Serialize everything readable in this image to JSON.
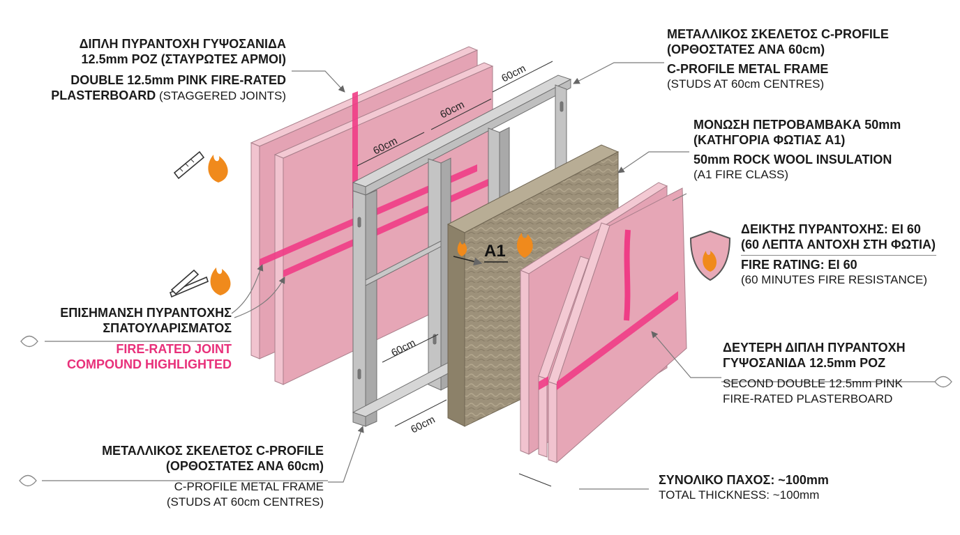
{
  "labels": {
    "top_left": {
      "greek_1": "ΔΙΠΛΗ ΠΥΡΑΝΤΟΧΗ ΓΥΨΟΣΑΝΙΔΑ",
      "greek_2": "12.5mm ΡΟΖ (ΣΤΑΥΡΩΤΕΣ ΑΡΜΟΙ)",
      "english_1": "DOUBLE 12.5mm PINK FIRE-RATED",
      "english_2_bold": "PLASTERBOARD",
      "english_2_normal": " (STAGGERED JOINTS)"
    },
    "top_right": {
      "greek_1": "ΜΕΤΑΛΛΙΚΟΣ ΣΚΕΛΕΤΟΣ C-PROFILE",
      "greek_2": "(ΟΡΘΟΣΤΑΤΕΣ ΑΝΑ 60cm)",
      "english_1": "C-PROFILE METAL FRAME",
      "english_2": "(STUDS AT 60cm CENTRES)"
    },
    "insulation": {
      "greek_1": "ΜΟΝΩΣΗ ΠΕΤΡΟΒΑΜΒΑΚΑ 50mm",
      "greek_2": "(ΚΑΤΗΓΟΡΙΑ ΦΩΤΙΑΣ A1)",
      "english_1": "50mm ROCK WOOL INSULATION",
      "english_2": "(A1 FIRE CLASS)"
    },
    "fire_rating": {
      "greek_1": "ΔΕΙΚΤΗΣ ΠΥΡΑΝΤΟΧΗΣ: EI 60",
      "greek_2": "(60 ΛΕΠΤΑ ΑΝΤΟΧΗ ΣΤΗ ΦΩΤΙΑ)",
      "english_1": "FIRE RATING: EI 60",
      "english_2": "(60 MINUTES FIRE RESISTANCE)"
    },
    "joint": {
      "greek_1": "ΕΠΙΣΗΜΑΝΣΗ ΠΥΡΑΝΤΟΧΗΣ",
      "greek_2": "ΣΠΑΤΟΥΛΑΡΙΣΜΑΤΟΣ",
      "english_1": "FIRE-RATED JOINT",
      "english_2": "COMPOUND HIGHLIGHTED"
    },
    "second_board": {
      "greek_1": "ΔΕΥΤΕΡΗ ΔΙΠΛΗ ΠΥΡΑΝΤΟΧΗ",
      "greek_2": "ΓΥΨΟΣΑΝΙΔΑ 12.5mm ΡΟΖ",
      "english_1": "SECOND DOUBLE 12.5mm PINK",
      "english_2": "FIRE-RATED PLASTERBOARD"
    },
    "bottom_left": {
      "greek_1": "ΜΕΤΑΛΛΙΚΟΣ ΣΚΕΛΕΤΟΣ C-PROFILE",
      "greek_2": "(ΟΡΘΟΣΤΑΤΕΣ ΑΝΑ 60cm)",
      "english_1": "C-PROFILE METAL FRAME",
      "english_2": "(STUDS AT 60cm CENTRES)"
    },
    "thickness": {
      "greek": "ΣΥΝΟΛΙΚΟ ΠΑΧΟΣ: ~100mm",
      "english": "TOTAL THICKNESS: ~100mm"
    }
  },
  "dimensions": {
    "d1": "60cm",
    "d2": "60cm",
    "d3": "60cm",
    "d4": "60cm",
    "d5": "60cm"
  },
  "badge": "A1",
  "colors": {
    "board_pink": "#e6a6b6",
    "board_edge": "#f3c9d3",
    "joint_pink": "#ef3d86",
    "metal": "#b9b9b9",
    "rockwool": "#9b8f78",
    "flame_orange": "#f08a1c",
    "joint_label": "#e8307a"
  },
  "icons": [
    "ruler-icon",
    "flame-icon",
    "shield-flame-icon",
    "spatula-icon",
    "ornament-icon"
  ]
}
